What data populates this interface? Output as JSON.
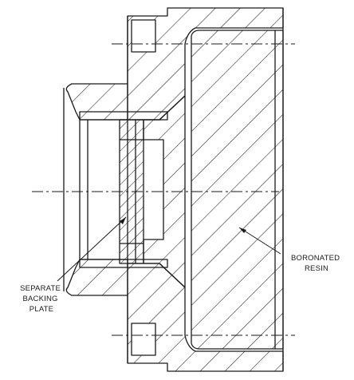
{
  "labels": {
    "backing_plate": [
      "SEPARATE",
      "BACKING",
      "PLATE"
    ],
    "resin": [
      "BORONATED",
      "RESIN"
    ]
  },
  "colors": {
    "ink": "#1a1a1a",
    "paper": "#ffffff"
  }
}
